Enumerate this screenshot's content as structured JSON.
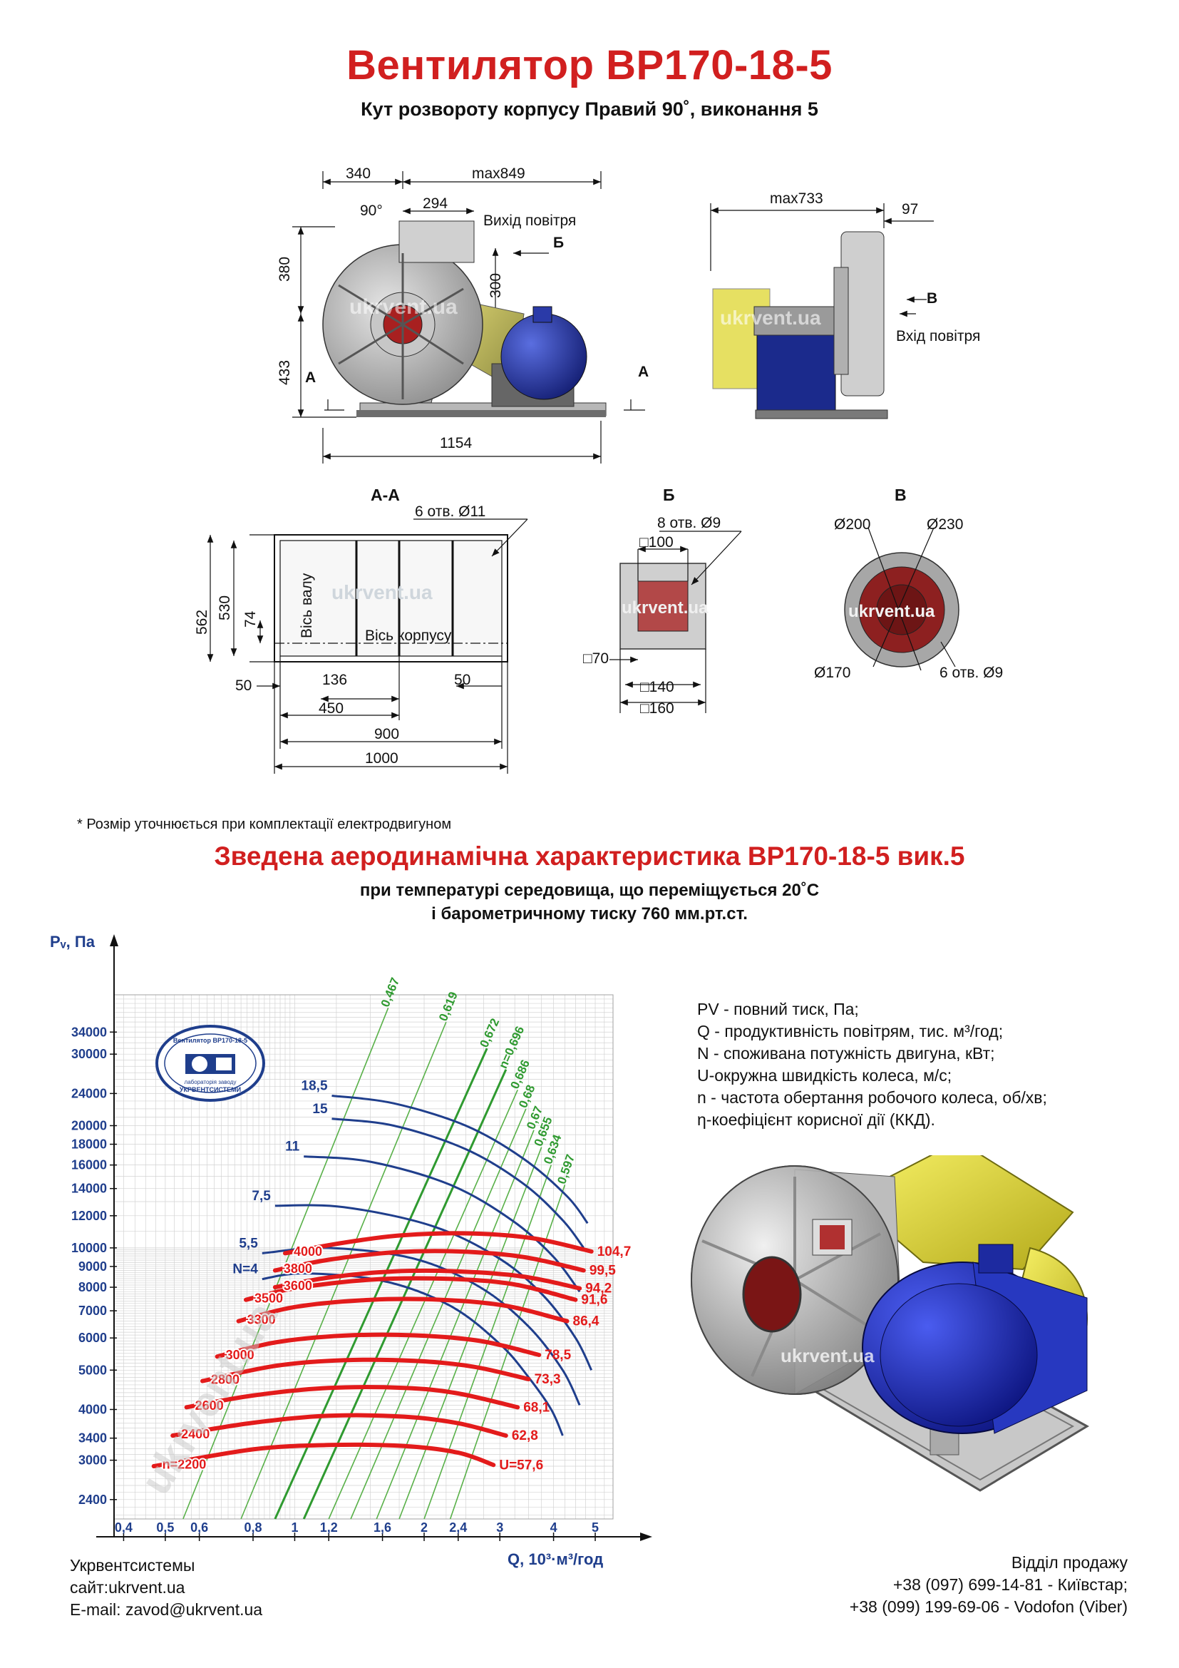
{
  "header": {
    "title": "Вентилятор ВР170-18-5",
    "subtitle": "Кут розвороту корпусу Правий 90˚, виконання 5"
  },
  "drawings": {
    "front": {
      "dim_340": "340",
      "dim_max849": "max849",
      "dim_90deg": "90°",
      "dim_294": "294",
      "air_out": "Вихід повітря",
      "arrow_b": "Б",
      "dim_380": "380",
      "dim_300": "300",
      "dim_433": "433",
      "section_a_left": "А",
      "section_a_right": "А",
      "dim_1154": "1154",
      "watermark": "ukrvent.ua"
    },
    "side": {
      "dim_max733": "max733",
      "dim_97": "97",
      "arrow_v": "В",
      "air_in": "Вхід повітря",
      "watermark": "ukrvent.ua"
    },
    "section_aa": {
      "title": "А-А",
      "holes": "6 отв. Ø11",
      "dim_562": "562",
      "dim_530": "530",
      "dim_74": "74",
      "shaft_axis": "Вісь валу",
      "body_axis": "Вісь корпусу",
      "dim_50_left": "50",
      "dim_136": "136",
      "dim_50_right": "50",
      "dim_450": "450",
      "dim_900": "900",
      "dim_1000": "1000",
      "watermark": "ukrvent.ua"
    },
    "view_b": {
      "title": "Б",
      "holes": "8 отв. Ø9",
      "dim_100": "□100",
      "dim_70": "□70",
      "dim_140": "□140",
      "dim_160": "□160",
      "watermark": "ukrvent.ua"
    },
    "view_v": {
      "title": "В",
      "d200": "Ø200",
      "d230": "Ø230",
      "d170": "Ø170",
      "holes": "6 отв. Ø9",
      "watermark": "ukrvent.ua"
    }
  },
  "note": "* Розмір уточнюється при комплектації електродвигуном",
  "aero": {
    "title": "Зведена аеродинамічна характеристика ВР170-18-5 вик.5",
    "line1": "при температурі середовища, що переміщується 20˚С",
    "line2": "і барометричному тиску 760 мм.рт.ст."
  },
  "chart_data": {
    "type": "line",
    "xlabel": "Q, 10³·м³/год",
    "ylabel": "Pᵥ, Па",
    "x_scale": "log",
    "y_scale": "log",
    "xlim": [
      0.38,
      5.5
    ],
    "ylim": [
      2150,
      42000
    ],
    "x_ticks": [
      {
        "v": 0.4,
        "label": "0,4"
      },
      {
        "v": 0.5,
        "label": "0,5"
      },
      {
        "v": 0.6,
        "label": "0,6"
      },
      {
        "v": 0.8,
        "label": "0,8"
      },
      {
        "v": 1,
        "label": "1"
      },
      {
        "v": 1.2,
        "label": "1,2"
      },
      {
        "v": 1.6,
        "label": "1,6"
      },
      {
        "v": 2,
        "label": "2"
      },
      {
        "v": 2.4,
        "label": "2,4"
      },
      {
        "v": 3,
        "label": "3"
      },
      {
        "v": 4,
        "label": "4"
      },
      {
        "v": 5,
        "label": "5"
      }
    ],
    "y_ticks": [
      {
        "v": 2400,
        "label": "2400"
      },
      {
        "v": 3000,
        "label": "3000"
      },
      {
        "v": 3400,
        "label": "3400"
      },
      {
        "v": 4000,
        "label": "4000"
      },
      {
        "v": 5000,
        "label": "5000"
      },
      {
        "v": 6000,
        "label": "6000"
      },
      {
        "v": 7000,
        "label": "7000"
      },
      {
        "v": 8000,
        "label": "8000"
      },
      {
        "v": 9000,
        "label": "9000"
      },
      {
        "v": 10000,
        "label": "10000"
      },
      {
        "v": 12000,
        "label": "12000"
      },
      {
        "v": 14000,
        "label": "14000"
      },
      {
        "v": 16000,
        "label": "16000"
      },
      {
        "v": 18000,
        "label": "18000"
      },
      {
        "v": 20000,
        "label": "20000"
      },
      {
        "v": 24000,
        "label": "24000"
      },
      {
        "v": 30000,
        "label": "30000"
      },
      {
        "v": 34000,
        "label": "34000"
      }
    ],
    "speed_curves": [
      {
        "label": "n=2200",
        "u": "U=57,6",
        "p": [
          [
            0.47,
            2900
          ],
          [
            0.8,
            3190
          ],
          [
            1.2,
            3270
          ],
          [
            1.8,
            3250
          ],
          [
            2.4,
            3130
          ],
          [
            2.9,
            2920
          ]
        ]
      },
      {
        "label": "2400",
        "u": "62,8",
        "p": [
          [
            0.52,
            3450
          ],
          [
            0.8,
            3710
          ],
          [
            1.2,
            3860
          ],
          [
            1.8,
            3840
          ],
          [
            2.4,
            3700
          ],
          [
            3.1,
            3450
          ]
        ]
      },
      {
        "label": "2600",
        "u": "68,1",
        "p": [
          [
            0.56,
            4050
          ],
          [
            0.8,
            4330
          ],
          [
            1.2,
            4520
          ],
          [
            1.8,
            4520
          ],
          [
            2.4,
            4380
          ],
          [
            3.3,
            4050
          ]
        ]
      },
      {
        "label": "2800",
        "u": "73,3",
        "p": [
          [
            0.61,
            4700
          ],
          [
            0.9,
            5120
          ],
          [
            1.3,
            5290
          ],
          [
            1.9,
            5270
          ],
          [
            2.6,
            5100
          ],
          [
            3.5,
            4750
          ]
        ]
      },
      {
        "label": "3000",
        "u": "78,5",
        "p": [
          [
            0.66,
            5400
          ],
          [
            0.9,
            5850
          ],
          [
            1.3,
            6080
          ],
          [
            1.9,
            6090
          ],
          [
            2.7,
            5900
          ],
          [
            3.7,
            5450
          ]
        ]
      },
      {
        "label": "3300",
        "u": "86,4",
        "p": [
          [
            0.74,
            6600
          ],
          [
            1.0,
            7150
          ],
          [
            1.5,
            7450
          ],
          [
            2.2,
            7450
          ],
          [
            3.1,
            7200
          ],
          [
            4.3,
            6600
          ]
        ]
      },
      {
        "label": "3500",
        "u": "91,6",
        "p": [
          [
            0.77,
            7450
          ],
          [
            1.0,
            7950
          ],
          [
            1.5,
            8350
          ],
          [
            2.2,
            8400
          ],
          [
            3.2,
            8150
          ],
          [
            4.5,
            7450
          ]
        ]
      },
      {
        "label": "3600",
        "u": "94,2",
        "p": [
          [
            0.9,
            8000
          ],
          [
            1.2,
            8450
          ],
          [
            1.7,
            8750
          ],
          [
            2.4,
            8750
          ],
          [
            3.4,
            8500
          ],
          [
            4.6,
            7950
          ]
        ]
      },
      {
        "label": "3800",
        "u": "99,5",
        "p": [
          [
            0.9,
            8800
          ],
          [
            1.2,
            9350
          ],
          [
            1.7,
            9750
          ],
          [
            2.4,
            9800
          ],
          [
            3.4,
            9500
          ],
          [
            4.7,
            8800
          ]
        ]
      },
      {
        "label": "4000",
        "u": "104,7",
        "p": [
          [
            0.95,
            9700
          ],
          [
            1.3,
            10300
          ],
          [
            1.8,
            10750
          ],
          [
            2.6,
            10850
          ],
          [
            3.6,
            10550
          ],
          [
            4.9,
            9800
          ]
        ]
      }
    ],
    "power_curves": [
      {
        "label": "N=4",
        "p": [
          [
            0.84,
            8380
          ],
          [
            1.05,
            8650
          ],
          [
            1.6,
            8300
          ],
          [
            2.3,
            7200
          ],
          [
            3.0,
            5800
          ],
          [
            3.5,
            4800
          ],
          [
            3.95,
            4000
          ],
          [
            4.2,
            3450
          ]
        ]
      },
      {
        "label": "5,5",
        "p": [
          [
            0.84,
            9700
          ],
          [
            1.2,
            10000
          ],
          [
            1.9,
            9400
          ],
          [
            2.7,
            8000
          ],
          [
            3.5,
            6400
          ],
          [
            4.2,
            5000
          ],
          [
            4.6,
            4100
          ]
        ]
      },
      {
        "label": "7,5",
        "p": [
          [
            0.9,
            12700
          ],
          [
            1.3,
            12600
          ],
          [
            2.1,
            11300
          ],
          [
            3.0,
            9400
          ],
          [
            3.8,
            7600
          ],
          [
            4.5,
            6000
          ],
          [
            4.9,
            5000
          ]
        ]
      },
      {
        "label": "11",
        "p": [
          [
            1.05,
            16800
          ],
          [
            1.5,
            16300
          ],
          [
            2.3,
            14300
          ],
          [
            3.2,
            11700
          ],
          [
            4.0,
            9500
          ],
          [
            4.6,
            7800
          ]
        ]
      },
      {
        "label": "15",
        "p": [
          [
            1.22,
            20800
          ],
          [
            1.7,
            20000
          ],
          [
            2.5,
            17500
          ],
          [
            3.4,
            14400
          ],
          [
            4.2,
            11700
          ],
          [
            4.7,
            10000
          ]
        ]
      },
      {
        "label": "18,5",
        "p": [
          [
            1.22,
            23700
          ],
          [
            1.7,
            22700
          ],
          [
            2.5,
            20000
          ],
          [
            3.4,
            16600
          ],
          [
            4.3,
            13400
          ],
          [
            4.8,
            11500
          ]
        ]
      }
    ],
    "efficiency_rays": [
      {
        "label": "0,467",
        "x1": 0.55,
        "y1": 2150,
        "x2": 1.65,
        "y2": 39000
      },
      {
        "label": "0,619",
        "x1": 0.75,
        "y1": 2150,
        "x2": 2.25,
        "y2": 36000
      },
      {
        "label": "0,672",
        "x1": 0.9,
        "y1": 2150,
        "x2": 2.8,
        "y2": 31000
      },
      {
        "label": "n=0,696",
        "x1": 1.05,
        "y1": 2150,
        "x2": 3.1,
        "y2": 27500
      },
      {
        "label": "0,686",
        "x1": 1.2,
        "y1": 2150,
        "x2": 3.3,
        "y2": 24500
      },
      {
        "label": "0,68",
        "x1": 1.35,
        "y1": 2150,
        "x2": 3.45,
        "y2": 22000
      },
      {
        "label": "0,67",
        "x1": 1.55,
        "y1": 2150,
        "x2": 3.6,
        "y2": 19500
      },
      {
        "label": "0,655",
        "x1": 1.75,
        "y1": 2150,
        "x2": 3.75,
        "y2": 17700
      },
      {
        "label": "0,634",
        "x1": 2.0,
        "y1": 2150,
        "x2": 3.95,
        "y2": 16000
      },
      {
        "label": "0,597",
        "x1": 2.3,
        "y1": 2150,
        "x2": 4.25,
        "y2": 14300
      }
    ],
    "badge": {
      "top": "Вентилятор ВР170-18-5",
      "bottom": "УКРВЕНТСИСТЕМИ",
      "sub": "лабораторія заводу"
    },
    "watermark": "ukrvent.ua"
  },
  "legend": [
    "PV - повний тиск, Па;",
    "Q - продуктивність повітрям, тис. м³/год;",
    "N - споживана потужність двигуна, кВт;",
    "U-окружна швидкість колеса, м/с;",
    "n - частота обертання робочого колеса, об/хв;",
    "η-коефіцієнт корисної дії (ККД)."
  ],
  "render": {
    "watermark": "ukrvent.ua"
  },
  "footer": {
    "company": "Укрвентсистемы",
    "site": "сайт:ukrvent.ua",
    "email": "E-mail: zavod@ukrvent.ua",
    "sales": "Відділ продажу",
    "phone1": "+38 (097) 699-14-81 - Київстар;",
    "phone2": "+38 (099) 199-69-06 - Vodofon (Viber)"
  }
}
